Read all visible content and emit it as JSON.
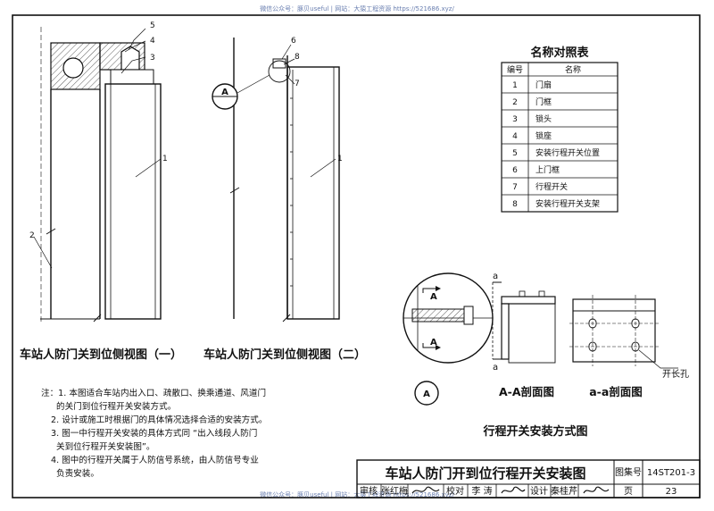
{
  "watermark": {
    "top": "微信公众号：豚贝useful | 网站：大猿工程资源 https://521686.xyz/",
    "bottom": "微信公众号：豚贝useful | 网站：大猿工程资源 https://521686.xyz/"
  },
  "view1": {
    "title": "车站人防门关到位侧视图（一）",
    "callouts": [
      "5",
      "4",
      "3",
      "1",
      "2"
    ]
  },
  "view2": {
    "title": "车站人防门关到位侧视图（二）",
    "callouts": [
      "6",
      "8",
      "7",
      "1"
    ],
    "detail_marker": "A"
  },
  "legend_table": {
    "title": "名称对照表",
    "headers": [
      "编号",
      "名称"
    ],
    "rows": [
      {
        "no": "1",
        "name": "门扇"
      },
      {
        "no": "2",
        "name": "门框"
      },
      {
        "no": "3",
        "name": "锁头"
      },
      {
        "no": "4",
        "name": "锁座"
      },
      {
        "no": "5",
        "name": "安装行程开关位置"
      },
      {
        "no": "6",
        "name": "上门框"
      },
      {
        "no": "7",
        "name": "行程开关"
      },
      {
        "no": "8",
        "name": "安装行程开关支架"
      }
    ]
  },
  "detail_A": {
    "marker": "A",
    "section_mark": "A"
  },
  "section_AA": {
    "title": "A-A剖面图",
    "mark": "a"
  },
  "section_aa": {
    "title": "a-a剖面图",
    "hole_label": "开长孔"
  },
  "install_title": "行程开关安装方式图",
  "notes": [
    "注：1. 本图适合车站内出入口、疏散口、换乘通道、风道门",
    "的关门到位行程开关安装方式。",
    "2. 设计或施工时根据门的具体情况选择合适的安装方式。",
    "3. 图一中行程开关安装的具体方式同 “出入线段人防门",
    "关到位行程开关安装图”。",
    "4. 图中的行程开关属于人防信号系统，由人防信号专业",
    "负责安装。"
  ],
  "title_block": {
    "drawing_title": "车站人防门开到位行程开关安装图",
    "atlas_label": "图集号",
    "atlas_no": "14ST201-3",
    "review_label": "审核",
    "reviewer": "张红梅",
    "check_label": "校对",
    "checker": "李 涛",
    "design_label": "设计",
    "designer": "秦桂芹",
    "page_label": "页",
    "page_no": "23"
  }
}
